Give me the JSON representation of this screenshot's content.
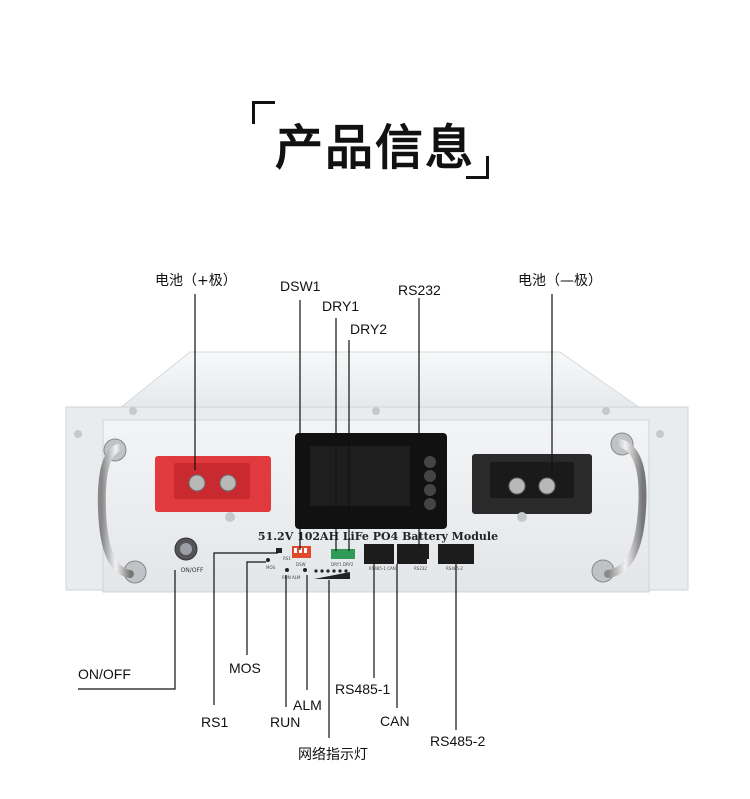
{
  "header": {
    "title": "产品信息"
  },
  "device": {
    "model_text": "51.2V 102AH LiFe PO4 Battery Module",
    "panel_onoff": "ON/OFF",
    "panel_rs1": "RS1",
    "panel_mos": "MOS",
    "panel_run_alm": "RUN ALM",
    "panel_dsw": "DSW",
    "panel_dry": "DRY1 DRY2",
    "panel_rs485_can": "RS485-1  CAN",
    "panel_rs232": "RS232",
    "panel_rs485_2": "RS485-2",
    "colors": {
      "positive_terminal": "#e0393e",
      "negative_terminal": "#2a2a2a",
      "chassis": "#eceff1",
      "dip_switch": "#e04a2a",
      "dry_contact": "#2f9b57"
    }
  },
  "labels": {
    "positive": "电池（+极）",
    "negative": "电池（—极）",
    "dsw1": "DSW1",
    "dry1": "DRY1",
    "dry2": "DRY2",
    "rs232": "RS232",
    "on_off": "ON/OFF",
    "mos": "MOS",
    "rs1": "RS1",
    "run": "RUN",
    "alm": "ALM",
    "rs485_1": "RS485-1",
    "can": "CAN",
    "rs485_2": "RS485-2",
    "net_led": "网络指示灯"
  }
}
